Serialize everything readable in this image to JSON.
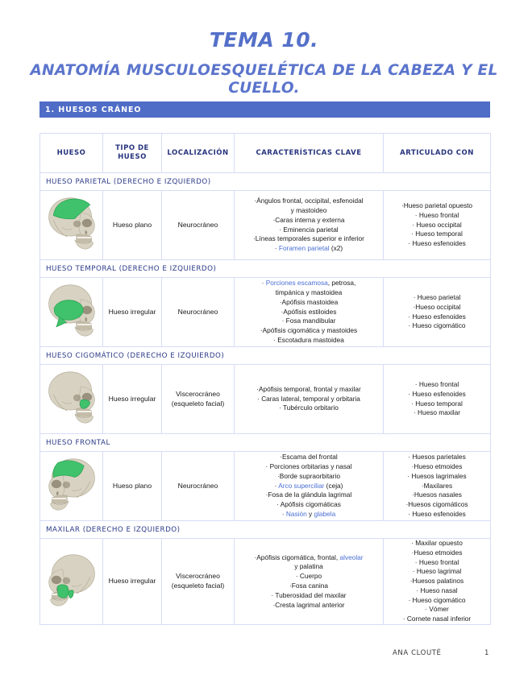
{
  "document": {
    "title": "TEMA 10.",
    "subtitle": "ANATOMÍA MUSCULOESQUELÉTICA DE LA CABEZA Y EL CUELLO.",
    "title_color": "#5470c9",
    "subtitle_color": "#5b74cc"
  },
  "section": {
    "label": "1. HUESOS CRÁNEO",
    "banner_color": "#4f6cc6",
    "banner_text_color": "#ffffff"
  },
  "table": {
    "headers": {
      "hueso": "HUESO",
      "tipo": "TIPO DE HUESO",
      "localizacion": "LOCALIZACIÓN",
      "caracteristicas": "CARACTERÍSTICAS CLAVE",
      "articulado": "ARTICULADO CON"
    },
    "header_text_color": "#27347e",
    "border_color": "#d6dcf5",
    "highlight_color": "#4a6fd4",
    "rows": [
      {
        "section_label": "HUESO PARIETAL (DERECHO E IZQUIERDO)",
        "image_name": "skull-parietal-highlighted",
        "tipo": "Hueso plano",
        "localizacion": "Neurocráneo",
        "caracteristicas": [
          [
            {
              "t": "·Ángulos frontal, occipital, esfenoidal",
              "hl": false
            }
          ],
          [
            {
              "t": "y mastoideo",
              "hl": false
            }
          ],
          [
            {
              "t": "·Caras interna y externa",
              "hl": false
            }
          ],
          [
            {
              "t": "· Eminencia parietal",
              "hl": false
            }
          ],
          [
            {
              "t": "·Líneas temporales superior e inferior",
              "hl": false
            }
          ],
          [
            {
              "t": "· ",
              "hl": false
            },
            {
              "t": "Foramen parietal",
              "hl": true
            },
            {
              "t": " (x2)",
              "hl": false
            }
          ]
        ],
        "articulado": [
          [
            {
              "t": "·Hueso parietal opuesto",
              "hl": false
            }
          ],
          [
            {
              "t": "· Hueso frontal",
              "hl": false
            }
          ],
          [
            {
              "t": "· Hueso occipital",
              "hl": false
            }
          ],
          [
            {
              "t": "· Hueso temporal",
              "hl": false
            }
          ],
          [
            {
              "t": "· Hueso esfenoides",
              "hl": false
            }
          ]
        ]
      },
      {
        "section_label": "HUESO TEMPORAL (DERECHO E IZQUIERDO)",
        "image_name": "skull-temporal-highlighted",
        "tipo": "Hueso irregular",
        "localizacion": "Neurocráneo",
        "caracteristicas": [
          [
            {
              "t": "· ",
              "hl": false
            },
            {
              "t": "Porciones escamosa",
              "hl": true
            },
            {
              "t": ", petrosa,",
              "hl": false
            }
          ],
          [
            {
              "t": "timpánica y mastoidea",
              "hl": false
            }
          ],
          [
            {
              "t": "·Apófisis mastoidea",
              "hl": false
            }
          ],
          [
            {
              "t": "·Apófisis estiloides",
              "hl": false
            }
          ],
          [
            {
              "t": "· Fosa mandibular",
              "hl": false
            }
          ],
          [
            {
              "t": "·Apófisis cigomática y mastoides",
              "hl": false
            }
          ],
          [
            {
              "t": "· Escotadura mastoidea",
              "hl": false
            }
          ]
        ],
        "articulado": [
          [
            {
              "t": "· Hueso parietal",
              "hl": false
            }
          ],
          [
            {
              "t": "·Hueso occipital",
              "hl": false
            }
          ],
          [
            {
              "t": "· Hueso esfenoides",
              "hl": false
            }
          ],
          [
            {
              "t": "· Hueso cigomático",
              "hl": false
            }
          ]
        ]
      },
      {
        "section_label": "HUESO CIGOMÁTICO (DERECHO E IZQUIERDO)",
        "image_name": "skull-zygomatic-highlighted",
        "tipo": "Hueso irregular",
        "localizacion": "Viscerocráneo (esqueleto facial)",
        "caracteristicas": [
          [
            {
              "t": "·Apófisis temporal, frontal y maxilar",
              "hl": false
            }
          ],
          [
            {
              "t": "· Caras lateral, temporal y orbitaria",
              "hl": false
            }
          ],
          [
            {
              "t": "· Tubérculo orbitario",
              "hl": false
            }
          ]
        ],
        "articulado": [
          [
            {
              "t": "· Hueso frontal",
              "hl": false
            }
          ],
          [
            {
              "t": "· Hueso esfenoides",
              "hl": false
            }
          ],
          [
            {
              "t": "· Hueso temporal",
              "hl": false
            }
          ],
          [
            {
              "t": "· Hueso maxilar",
              "hl": false
            }
          ]
        ]
      },
      {
        "section_label": "HUESO FRONTAL",
        "image_name": "skull-frontal-highlighted",
        "tipo": "Hueso plano",
        "localizacion": "Neurocráneo",
        "caracteristicas": [
          [
            {
              "t": "·Escama del frontal",
              "hl": false
            }
          ],
          [
            {
              "t": "· Porciones orbitarias y nasal",
              "hl": false
            }
          ],
          [
            {
              "t": "·Borde supraorbitario",
              "hl": false
            }
          ],
          [
            {
              "t": "· ",
              "hl": false
            },
            {
              "t": "Arco superciliar",
              "hl": true
            },
            {
              "t": " (ceja)",
              "hl": false
            }
          ],
          [
            {
              "t": "·Fosa de la glándula lagrimal",
              "hl": false
            }
          ],
          [
            {
              "t": "· Apófisis cigomáticas",
              "hl": false
            }
          ],
          [
            {
              "t": "· ",
              "hl": false
            },
            {
              "t": "Nasión",
              "hl": true
            },
            {
              "t": " y ",
              "hl": false
            },
            {
              "t": "glabela",
              "hl": true
            }
          ]
        ],
        "articulado": [
          [
            {
              "t": "· Huesos parietales",
              "hl": false
            }
          ],
          [
            {
              "t": "·Hueso etmoides",
              "hl": false
            }
          ],
          [
            {
              "t": "· Huesos lagrimales",
              "hl": false
            }
          ],
          [
            {
              "t": "·Maxilares",
              "hl": false
            }
          ],
          [
            {
              "t": "·Huesos nasales",
              "hl": false
            }
          ],
          [
            {
              "t": "·Huesos cigomáticos",
              "hl": false
            }
          ],
          [
            {
              "t": "· Hueso esfenoides",
              "hl": false
            }
          ]
        ]
      },
      {
        "section_label": "MAXILAR (DERECHO E IZQUIERDO)",
        "image_name": "skull-maxilla-highlighted",
        "tipo": "Hueso irregular",
        "localizacion": "Viscerocráneo (esqueleto facial)",
        "caracteristicas": [
          [
            {
              "t": "·Apófisis cigomática, frontal, ",
              "hl": false
            },
            {
              "t": "alveolar",
              "hl": true
            }
          ],
          [
            {
              "t": "y palatina",
              "hl": false
            }
          ],
          [
            {
              "t": "· Cuerpo",
              "hl": false
            }
          ],
          [
            {
              "t": "·Fosa canina",
              "hl": false
            }
          ],
          [
            {
              "t": "· Tuberosidad del maxilar",
              "hl": false
            }
          ],
          [
            {
              "t": "·Cresta lagrimal anterior",
              "hl": false
            }
          ]
        ],
        "articulado": [
          [
            {
              "t": "· Maxilar opuesto",
              "hl": false
            }
          ],
          [
            {
              "t": "·Hueso etmoides",
              "hl": false
            }
          ],
          [
            {
              "t": "· Hueso frontal",
              "hl": false
            }
          ],
          [
            {
              "t": "· Hueso lagrimal",
              "hl": false
            }
          ],
          [
            {
              "t": "·Huesos palatinos",
              "hl": false
            }
          ],
          [
            {
              "t": "· Hueso nasal",
              "hl": false
            }
          ],
          [
            {
              "t": "· Hueso cigomático",
              "hl": false
            }
          ],
          [
            {
              "t": "· Vómer",
              "hl": false
            }
          ],
          [
            {
              "t": "· Cornete nasal inferior",
              "hl": false
            }
          ]
        ]
      }
    ]
  },
  "footer": {
    "author": "ANA CLOUTÉ",
    "page_number": "1"
  }
}
